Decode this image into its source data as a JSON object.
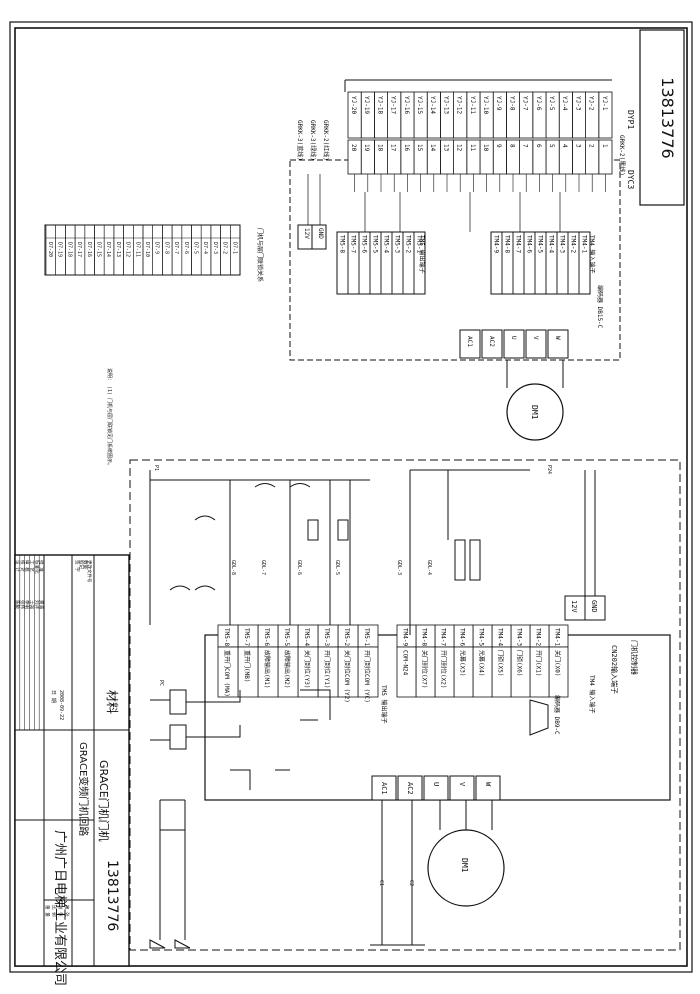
{
  "drawing_number": "13813776",
  "top_schematic": {
    "connector_top": "DYP1",
    "connector_mid": "DYC3",
    "dyp1_pins": [
      "YJ-1",
      "YJ-2",
      "YJ-3",
      "YJ-4",
      "YJ-5",
      "YJ-6",
      "YJ-7",
      "YJ-8",
      "YJ-9",
      "YJ-10",
      "YJ-11",
      "YJ-12",
      "YJ-13",
      "YJ-14",
      "YJ-15",
      "YJ-16",
      "YJ-17",
      "YJ-18",
      "YJ-19",
      "YJ-20"
    ],
    "dyc3_pins": [
      "1",
      "2",
      "3",
      "4",
      "5",
      "6",
      "7",
      "8",
      "9",
      "10",
      "11",
      "12",
      "13",
      "14",
      "15",
      "16",
      "17",
      "18",
      "19",
      "20"
    ],
    "tm4_header": "TM4 输入端子",
    "tm4_pins": [
      "TM4-1",
      "TM4-2",
      "TM4-3",
      "TM4-4",
      "TM4-5",
      "TM4-6",
      "TM4-7",
      "TM4-8",
      "TM4-9"
    ],
    "tm5_header": "TM5 输出端子",
    "tm5_pins": [
      "TM5-1",
      "TM5-2",
      "TM5-3",
      "TM5-4",
      "TM5-5",
      "TM5-6",
      "TM5-7",
      "TM5-8"
    ],
    "power_block": [
      "12V",
      "GND"
    ],
    "motor_terminals": [
      "AC1",
      "AC2",
      "U",
      "V",
      "W"
    ],
    "motor_label": "DM1",
    "encoder_label": "编码器 DB15-C",
    "cable_labels": [
      "GRKK-3(蓝线)",
      "GRKK-3(绿线)",
      "GRKK-2(红线)",
      "GRKK-2(黑线)"
    ]
  },
  "table": {
    "title": "门机与层门联锁关系",
    "rows": [
      "D7-1",
      "D7-2",
      "D7-3",
      "D7-4",
      "D7-5",
      "D7-6",
      "D7-7",
      "D7-8",
      "D7-9",
      "D7-10",
      "D7-11",
      "D7-12",
      "D7-13",
      "D7-14",
      "D7-15",
      "D7-16",
      "D7-17",
      "D7-18",
      "D7-19",
      "D7-20"
    ],
    "note": "说明： (1) 门机与层门联锁见门系统图示。"
  },
  "bottom_schematic": {
    "controller_title": "门机控制器",
    "cn_header": "CN202输入端子",
    "tm4_header": "TM4 输入端子",
    "tm4_pins": [
      "TM4-1",
      "TM4-2",
      "TM4-3",
      "TM4-4",
      "TM4-5",
      "TM4-6",
      "TM4-7",
      "TM4-8",
      "TM4-9"
    ],
    "tm4_funcs": [
      "关门(X0)",
      "开门(X1)",
      "门锁(X6)",
      "门锁(X5)",
      "光幕(X4)",
      "光幕(X3)",
      "开门到位(X2)",
      "关门到位(X7)",
      "COM-N24"
    ],
    "tm5_header": "TM5 输出端子",
    "tm5_pins": [
      "TM5-1",
      "TM5-2",
      "TM5-3",
      "TM5-4",
      "TM5-5",
      "TM5-6",
      "TM5-7",
      "TM5-8"
    ],
    "tm5_funcs": [
      "开门到位COM (YC)",
      "关门到位COM (Y2)",
      "开门到位(Y1)",
      "关门到位(Y3)",
      "故障输出(M2)",
      "故障输出(M1)",
      "重开门(MB)",
      "重开门COM (MA)"
    ],
    "power_block": [
      "12V",
      "GND"
    ],
    "motor_terminals": [
      "AC1",
      "AC2",
      "U",
      "V",
      "W"
    ],
    "motor_label": "DM1",
    "encoder_label": "编码器 DB9-C",
    "relay_labels": [
      "GDL-3",
      "GDL-4",
      "GDL-5",
      "GDL-6",
      "GDL-7",
      "GDL-8"
    ],
    "wire_labels": [
      "P1",
      "PC",
      "P24",
      "C1",
      "C2"
    ]
  },
  "title_block": {
    "company": "广州广日电梯工业有限公司",
    "drawing_title": "GRACE门机门机",
    "drawing_subtitle": "GRACE变频门机回路",
    "drawing_number": "13813776",
    "material_label": "材料",
    "rows": [
      "设 计",
      "校 对",
      "审 核",
      "工 艺",
      "标准化",
      "批 准"
    ],
    "row_values": [
      "陈敏",
      "张伟",
      "李明",
      "王强",
      "刘洋",
      "黄海"
    ],
    "date_labels": [
      "日 期",
      "2008-09-22"
    ],
    "meta_labels": [
      "签 字",
      "标记",
      "数量",
      "更改文件号"
    ],
    "scale_labels": [
      "重 量",
      "比 例",
      "共 张",
      "第 张"
    ]
  }
}
